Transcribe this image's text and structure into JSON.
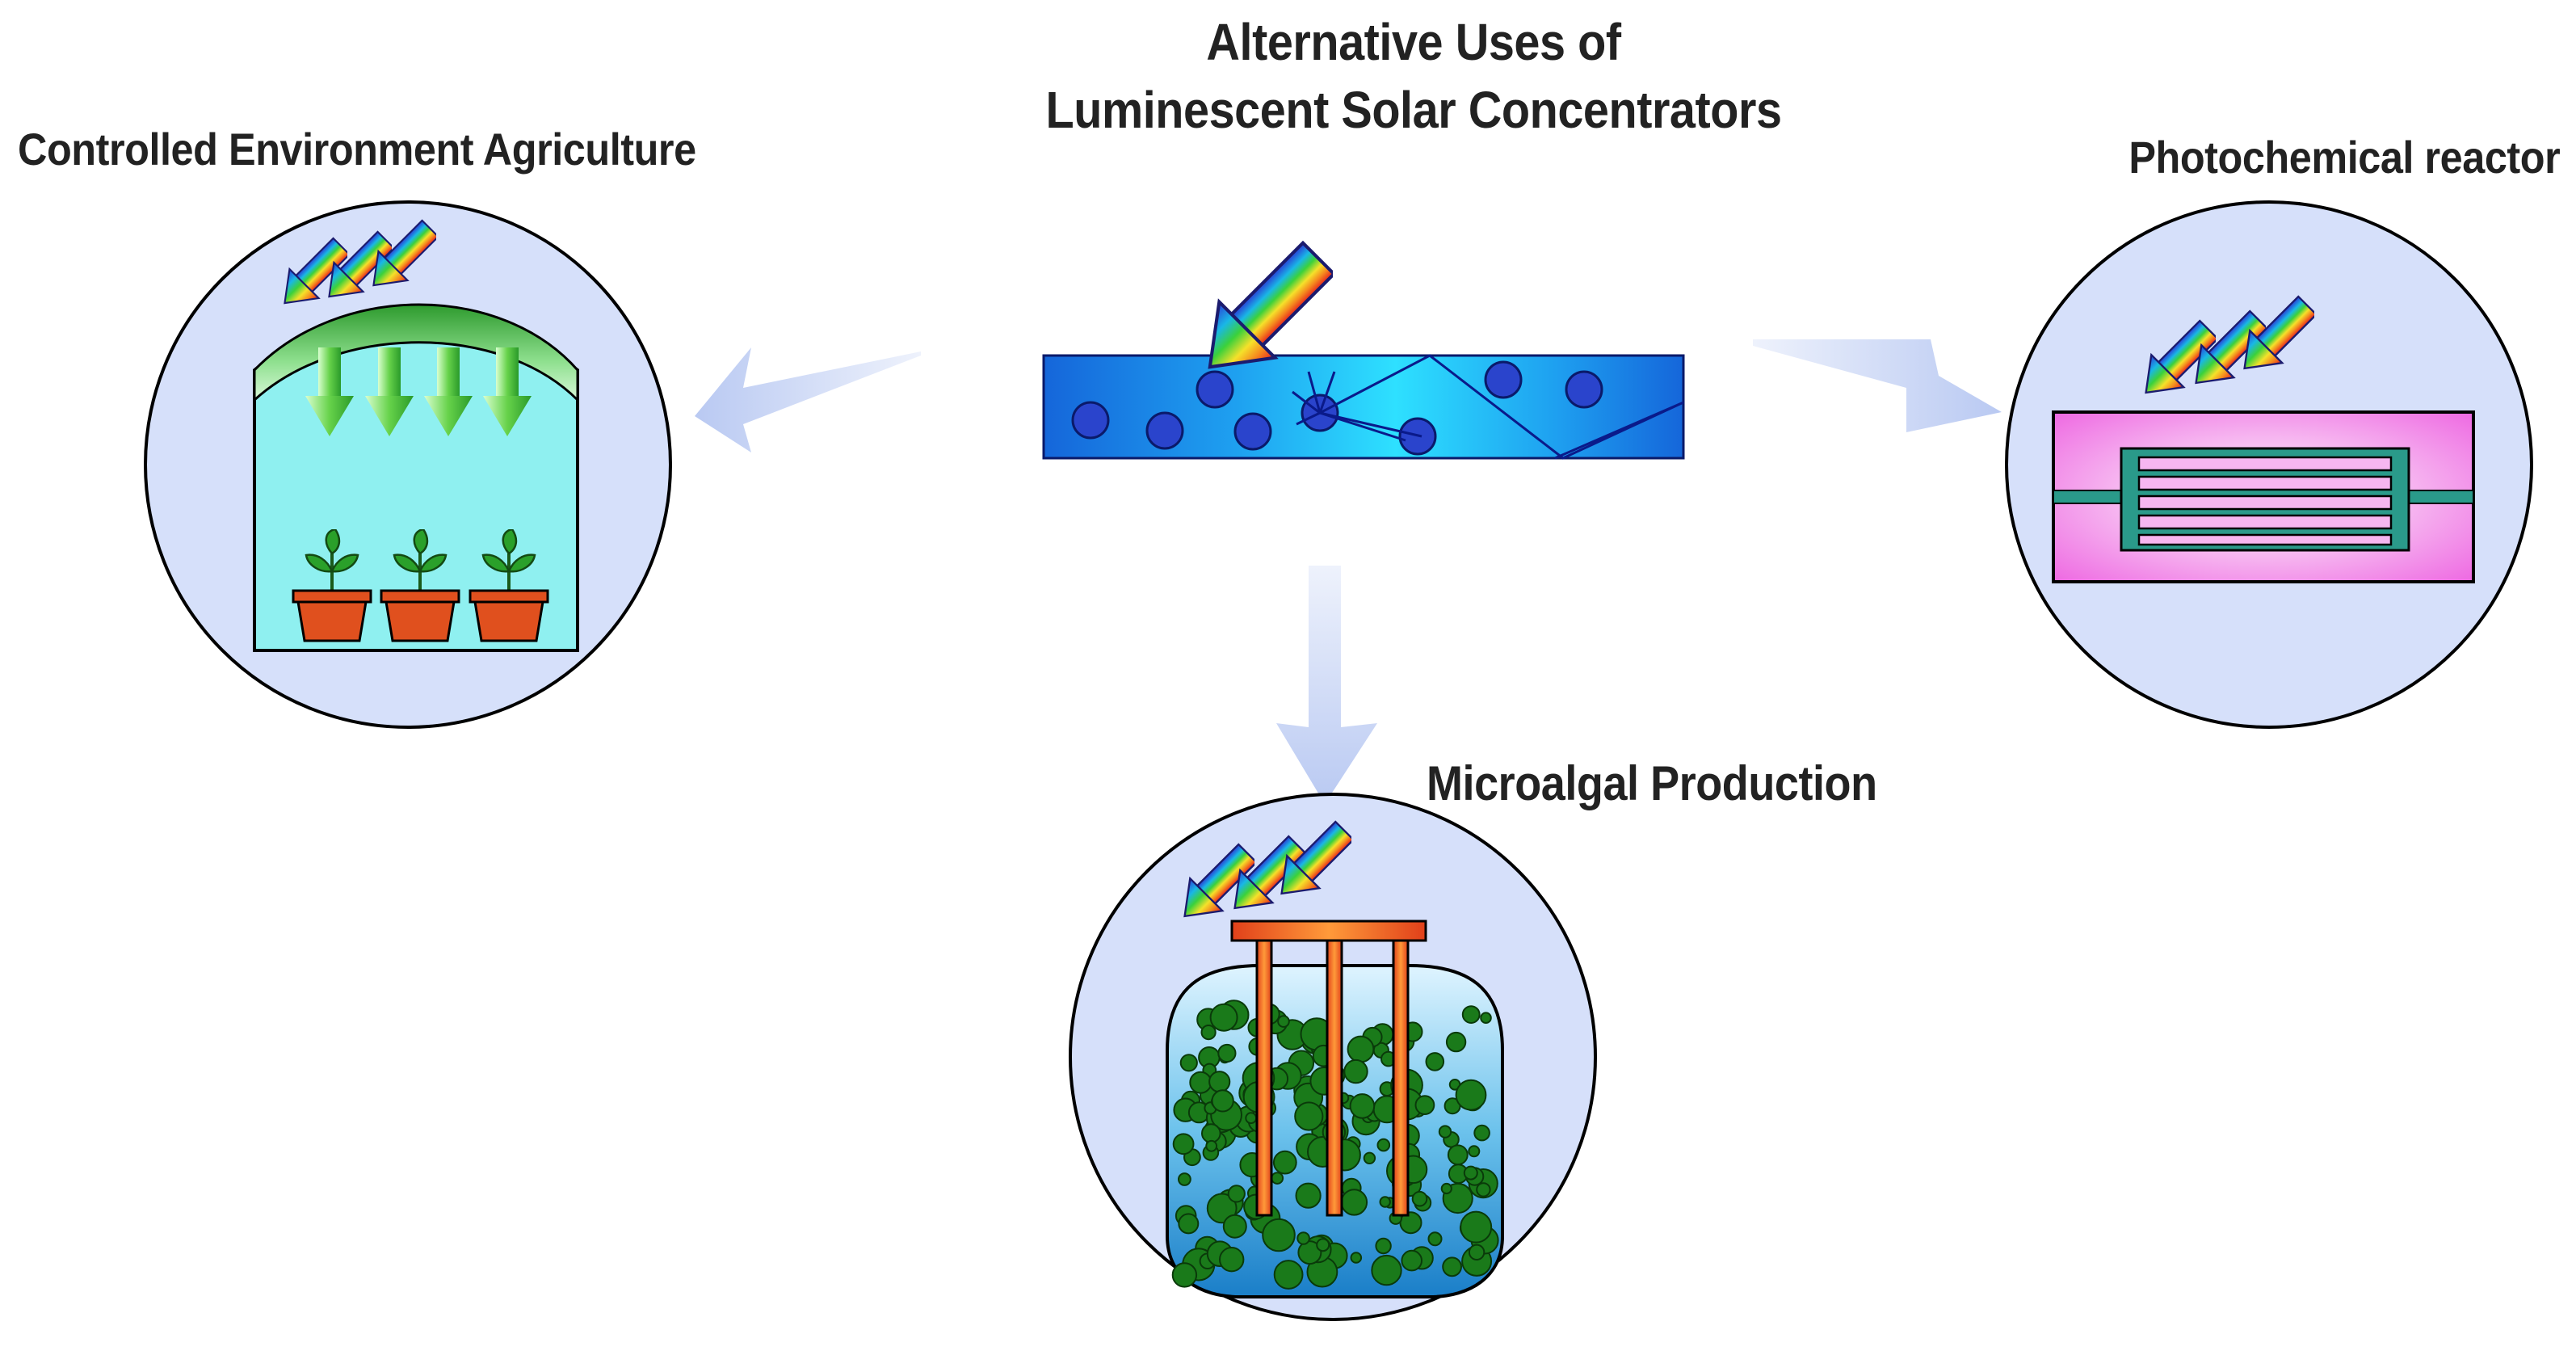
{
  "title": {
    "line1": "Alternative Uses of",
    "line2": "Luminescent Solar Concentrators"
  },
  "panels": [
    {
      "id": "cea",
      "label": "Controlled Environment Agriculture"
    },
    {
      "id": "photo",
      "label": "Photochemical reactor"
    },
    {
      "id": "algae",
      "label": "Microalgal Production"
    }
  ],
  "colors": {
    "circle_fill": "#d6e0fa",
    "arrow_fill": "#c8d6f5",
    "lsc_blue": "#1e90ff",
    "greenhouse_fill": "#8ff0f0",
    "reactor_pink": "#f07ae6",
    "reactor_channel": "#2a9a8a",
    "algae_green": "#1a7a1a",
    "pot_orange": "#e0501e",
    "tube_orange": "#f06a20"
  },
  "icons": [
    "rainbow-light-arrow-icon",
    "plant-pot-icon",
    "green-down-arrow-icon"
  ]
}
